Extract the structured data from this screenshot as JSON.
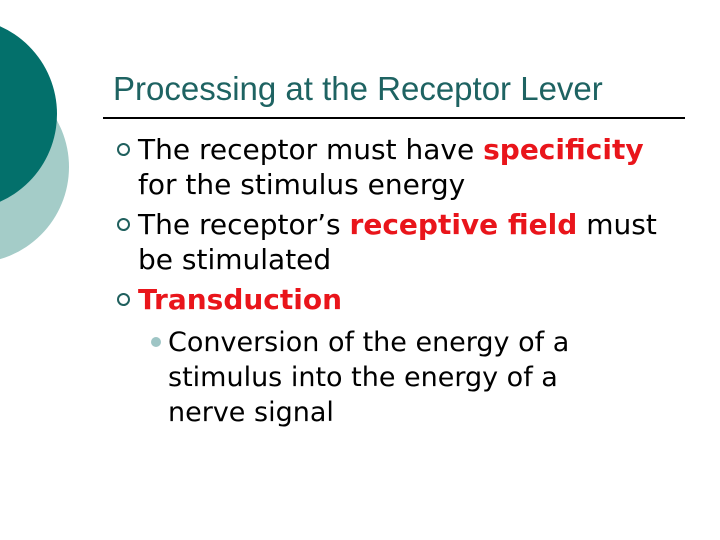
{
  "slide": {
    "title": "Processing at the Receptor Lever",
    "bullets": {
      "b1": {
        "pre": "The receptor must have ",
        "em": "specificity",
        "line2": "for the stimulus energy"
      },
      "b2": {
        "pre": "The receptor’s ",
        "em": "receptive field",
        "post": " must",
        "line2": "be stimulated"
      },
      "b3": {
        "em": "Transduction"
      },
      "sub": {
        "line1": "Conversion of the energy of a",
        "line2": "stimulus into the energy of a",
        "line3": "nerve signal"
      }
    },
    "colors": {
      "title_teal": "#1e6362",
      "emphasis_red": "#e9151b",
      "body_text": "#000000",
      "decoration_circle_dark": "#03706b",
      "decoration_circle_light": "#a4ccc8",
      "bullet_ring": "#20605e",
      "sub_bullet_fill": "#9ec5c5",
      "title_underline": "#000000",
      "background": "#ffffff"
    }
  }
}
